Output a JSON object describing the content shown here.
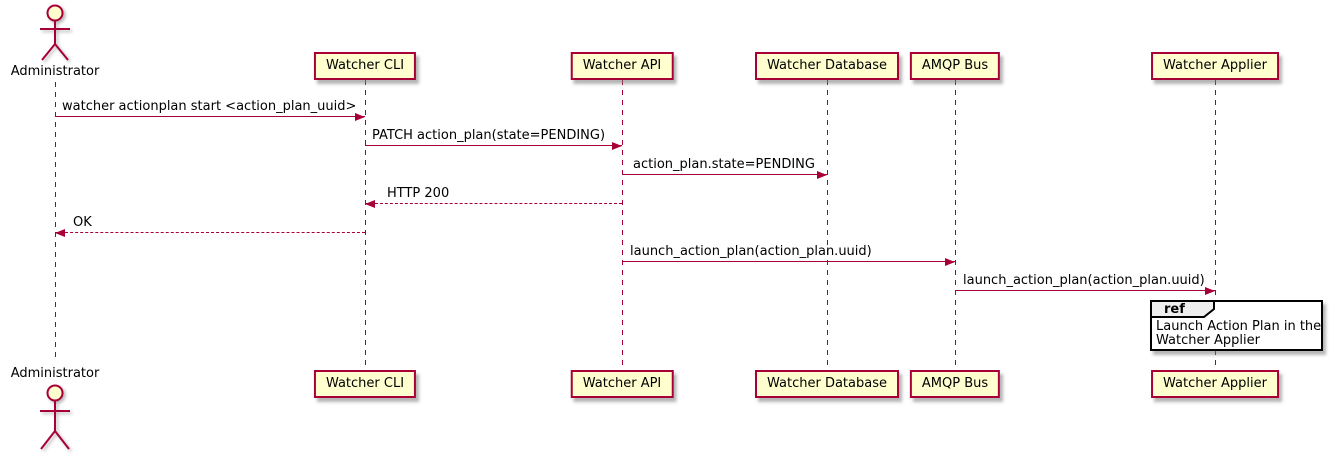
{
  "diagram": {
    "type": "sequence",
    "actor": {
      "name": "Administrator"
    },
    "participants": [
      {
        "label": "Watcher CLI"
      },
      {
        "label": "Watcher API"
      },
      {
        "label": "Watcher Database"
      },
      {
        "label": "AMQP Bus"
      },
      {
        "label": "Watcher Applier"
      }
    ],
    "messages": [
      {
        "label": "watcher actionplan start <action_plan_uuid>",
        "from": "Administrator",
        "to": "Watcher CLI",
        "line": "solid",
        "direction": "right"
      },
      {
        "label": "PATCH action_plan(state=PENDING)",
        "from": "Watcher CLI",
        "to": "Watcher API",
        "line": "solid",
        "direction": "right"
      },
      {
        "label": "action_plan.state=PENDING",
        "from": "Watcher API",
        "to": "Watcher Database",
        "line": "solid",
        "direction": "right"
      },
      {
        "label": "HTTP 200",
        "from": "Watcher API",
        "to": "Watcher CLI",
        "line": "dashed",
        "direction": "left"
      },
      {
        "label": "OK",
        "from": "Watcher CLI",
        "to": "Administrator",
        "line": "dashed",
        "direction": "left"
      },
      {
        "label": "launch_action_plan(action_plan.uuid)",
        "from": "Watcher API",
        "to": "AMQP Bus",
        "line": "solid",
        "direction": "right"
      },
      {
        "label": "launch_action_plan(action_plan.uuid)",
        "from": "AMQP Bus",
        "to": "Watcher Applier",
        "line": "solid",
        "direction": "right"
      }
    ],
    "ref_fragment": {
      "keyword": "ref",
      "over": "Watcher Applier",
      "lines": [
        "Launch Action Plan in the",
        "Watcher Applier"
      ]
    },
    "colors": {
      "participant_fill": "#FEFECE",
      "participant_border": "#A80036",
      "lifeline": "#A80036",
      "arrow": "#A80036",
      "text": "#000000",
      "ref_border": "#000000",
      "ref_header_fill": "#EEEEEE",
      "background": "#FFFFFF"
    }
  }
}
